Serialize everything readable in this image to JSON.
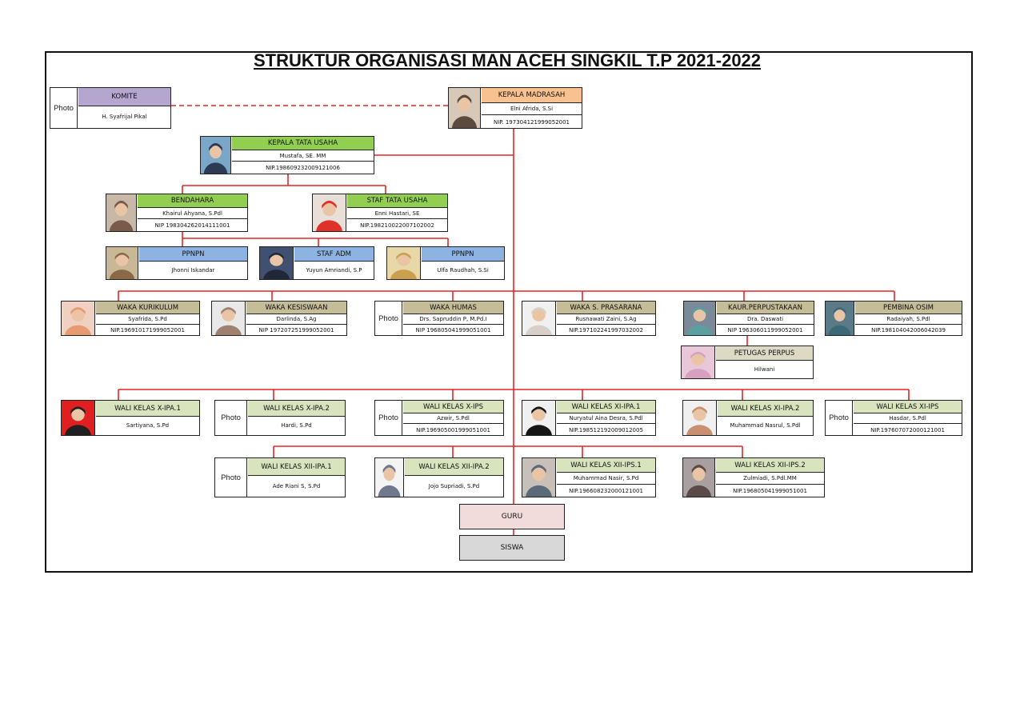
{
  "title": "STRUKTUR ORGANISASI MAN ACEH SINGKIL T.P 2021-2022",
  "colors": {
    "line": "#e52525",
    "purple": "#b4a6cf",
    "orange": "#f7c190",
    "green": "#92cf51",
    "blue": "#8db3e2",
    "khaki": "#c4bd97",
    "pale_green": "#d7e4bd",
    "light_gray": "#ddd9c4",
    "pink": "#f2dcdb",
    "gray": "#d8d8d8"
  },
  "units": [
    {
      "key": "komite",
      "role": "KOMITE",
      "name": "H. Syafrijal Pikal",
      "nip": "",
      "photo": "text",
      "photo_label": "Photo",
      "color": "purple"
    },
    {
      "key": "kepala",
      "role": "KEPALA MADRASAH",
      "name": "Elni Afrida, S.Si",
      "nip": "NIP. 197304121999052001",
      "photo": "image",
      "photo_label": "",
      "color": "orange"
    },
    {
      "key": "ktu",
      "role": "KEPALA TATA USAHA",
      "name": "Mustafa, SE. MM",
      "nip": "NIP.198609232009121006",
      "photo": "image",
      "photo_label": "",
      "color": "green"
    },
    {
      "key": "bendahara",
      "role": "BENDAHARA",
      "name": "Khairul Ahyana, S.Pdl",
      "nip": "NIP 198304262014111001",
      "photo": "image",
      "photo_label": "",
      "color": "green"
    },
    {
      "key": "stafTu",
      "role": "STAF TATA USAHA",
      "name": "Enni Hastari, SE",
      "nip": "NIP.198210022007102002",
      "photo": "image",
      "photo_label": "",
      "color": "green"
    },
    {
      "key": "ppnpn1",
      "role": "PPNPN",
      "name": "Jhonni Iskandar",
      "nip": "",
      "photo": "image",
      "photo_label": "",
      "color": "blue"
    },
    {
      "key": "stafAdm",
      "role": "STAF ADM",
      "name": "Yuyun Amriandi, S.P",
      "nip": "",
      "photo": "image",
      "photo_label": "",
      "color": "blue"
    },
    {
      "key": "ppnpn2",
      "role": "PPNPN",
      "name": "Ulfa Raudhah, S.Si",
      "nip": "",
      "photo": "image",
      "photo_label": "",
      "color": "blue"
    },
    {
      "key": "wakaKur",
      "role": "WAKA KURIKULUM",
      "name": "Syafrida, S.Pd",
      "nip": "NIP.196910171999052001",
      "photo": "image",
      "photo_label": "",
      "color": "khaki"
    },
    {
      "key": "wakaKes",
      "role": "WAKA KESISWAAN",
      "name": "Darlinda, S.Ag",
      "nip": "NIP 197207251999052001",
      "photo": "image",
      "photo_label": "",
      "color": "khaki"
    },
    {
      "key": "wakaHumas",
      "role": "WAKA HUMAS",
      "name": "Drs. Sapruddin P, M.Pd.I",
      "nip": "NIP 196805041999051001",
      "photo": "text",
      "photo_label": "Photo",
      "color": "khaki"
    },
    {
      "key": "wakaSar",
      "role": "WAKA S. PRASARANA",
      "name": "Rusnawati Zaini, S.Ag",
      "nip": "NIP.197102241997032002",
      "photo": "image",
      "photo_label": "",
      "color": "khaki"
    },
    {
      "key": "kaur",
      "role": "KAUR.PERPUSTAKAAN",
      "name": "Dra. Daswati",
      "nip": "NIP 196306011999052001",
      "photo": "image",
      "photo_label": "",
      "color": "khaki"
    },
    {
      "key": "osim",
      "role": "PEMBINA OSIM",
      "name": "Radaiyah, S.Pdl",
      "nip": "NIP.198104042006042039",
      "photo": "image",
      "photo_label": "",
      "color": "khaki"
    },
    {
      "key": "perpus",
      "role": "PETUGAS PERPUS",
      "name": "Hilwani",
      "nip": "",
      "photo": "image",
      "photo_label": "",
      "color": "light_gray"
    },
    {
      "key": "wk1",
      "role": "WALI KELAS X-IPA.1",
      "name": "Sartiyana, S.Pd",
      "nip": "",
      "photo": "image",
      "photo_label": "",
      "color": "pale_green"
    },
    {
      "key": "wk2",
      "role": "WALI KELAS X-IPA.2",
      "name": "Hardi, S.Pd",
      "nip": "",
      "photo": "text",
      "photo_label": "Photo",
      "color": "pale_green"
    },
    {
      "key": "wk3",
      "role": "WALI KELAS X-IPS",
      "name": "Azwir, S.Pdl",
      "nip": "NIP.196905001999051001",
      "photo": "text",
      "photo_label": "Photo",
      "color": "pale_green"
    },
    {
      "key": "wk4",
      "role": "WALI KELAS XI-IPA.1",
      "name": "Nuryatul Aina Desra, S.Pdl",
      "nip": "NIP.198512192009012005",
      "photo": "image",
      "photo_label": "",
      "color": "pale_green"
    },
    {
      "key": "wk5",
      "role": "WALI KELAS XI-IPA.2",
      "name": "Muhammad Nasrul, S.Pdl",
      "nip": "",
      "photo": "image",
      "photo_label": "",
      "color": "pale_green"
    },
    {
      "key": "wk6",
      "role": "WALI KELAS XI-IPS",
      "name": "Hasdar, S.Pdl",
      "nip": "NIP.197607072000121001",
      "photo": "text",
      "photo_label": "Photo",
      "color": "pale_green"
    },
    {
      "key": "wk7",
      "role": "WALI KELAS XII-IPA.1",
      "name": "Ade Riani S, S.Pd",
      "nip": "",
      "photo": "text",
      "photo_label": "Photo",
      "color": "pale_green"
    },
    {
      "key": "wk8",
      "role": "WALI KELAS XII-IPA.2",
      "name": "Jojo Supriadi, S.Pd",
      "nip": "",
      "photo": "image",
      "photo_label": "",
      "color": "pale_green"
    },
    {
      "key": "wk9",
      "role": "WALI KELAS XII-IPS.1",
      "name": "Muhammad Nasir, S.Pd",
      "nip": "NIP.196608232000121001",
      "photo": "image",
      "photo_label": "",
      "color": "pale_green"
    },
    {
      "key": "wk10",
      "role": "WALI KELAS XII-IPS.2",
      "name": "Zulmiadi, S.Pdl.MM",
      "nip": "NIP.196805041999051001",
      "photo": "image",
      "photo_label": "",
      "color": "pale_green"
    }
  ],
  "guru": {
    "label": "GURU",
    "color": "pink"
  },
  "siswa": {
    "label": "SISWA",
    "color": "gray"
  }
}
